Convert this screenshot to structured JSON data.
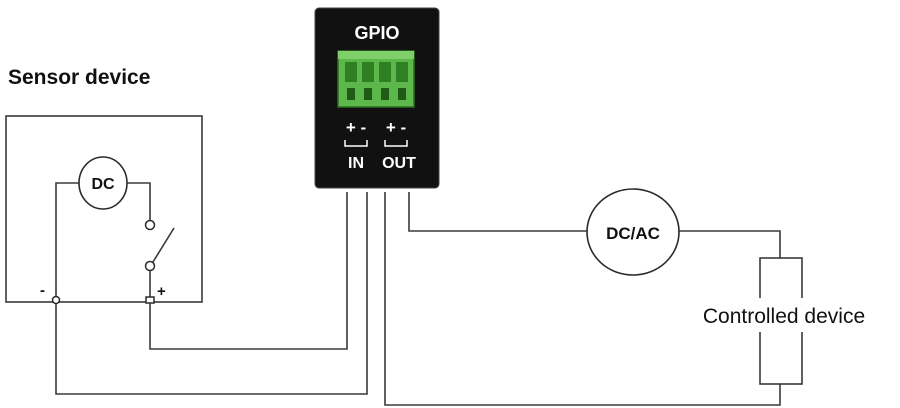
{
  "sensor": {
    "title": "Sensor device",
    "source_label": "DC",
    "negative_label": "-",
    "positive_label": "+"
  },
  "gpio": {
    "title": "GPIO",
    "in_polarity": "+ -",
    "out_polarity": "+ -",
    "in_label": "IN",
    "out_label": "OUT",
    "connector_color": "#5cb84a"
  },
  "controlled": {
    "source_label": "DC/AC",
    "title": "Controlled device"
  }
}
